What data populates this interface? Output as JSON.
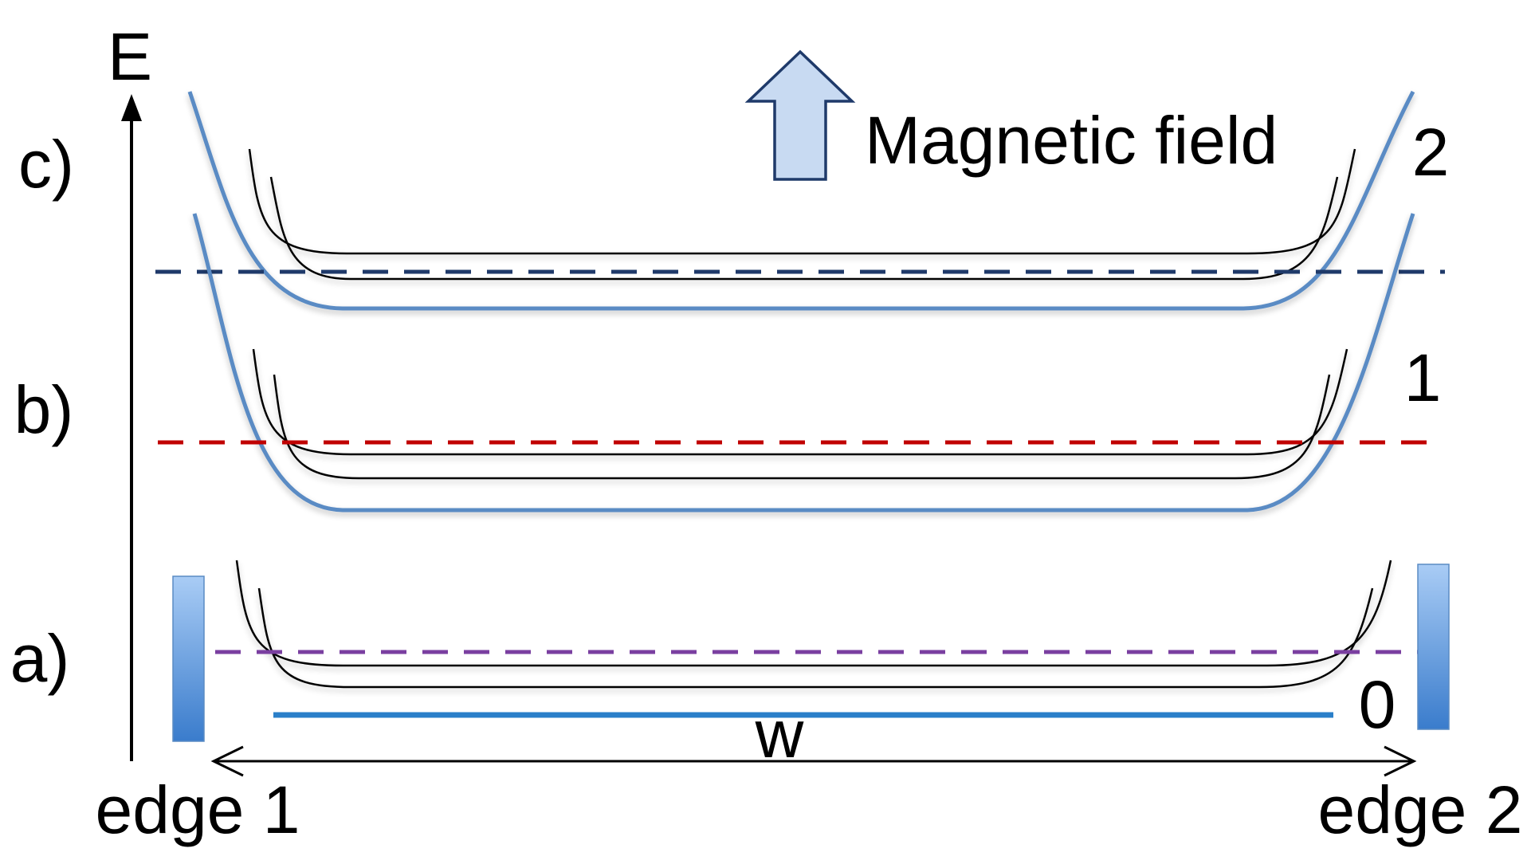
{
  "axis": {
    "energy_label": "E"
  },
  "panel_labels": {
    "a": "a)",
    "b": "b)",
    "c": "c)"
  },
  "level_labels": {
    "zero": "0",
    "one": "1",
    "two": "2"
  },
  "field": {
    "label": "Magnetic field"
  },
  "width_label": "w",
  "edges": {
    "left": "edge 1",
    "right": "edge 2"
  },
  "colors": {
    "landau_outer": "#5a8bc4",
    "landau_inner": "#000000",
    "fermi_a": "#7a3fa0",
    "fermi_b": "#c00000",
    "fermi_c": "#1f3a6a",
    "contact_top": "#a9ccf5",
    "contact_bottom": "#3a7ccc",
    "sample_bar": "#2a7fc9",
    "field_arrow_fill": "#c8daf2",
    "field_arrow_stroke": "#1f3a6a"
  },
  "icons": {
    "field_arrow": "up-arrow-icon",
    "width_arrow": "double-headed-arrow-icon"
  }
}
